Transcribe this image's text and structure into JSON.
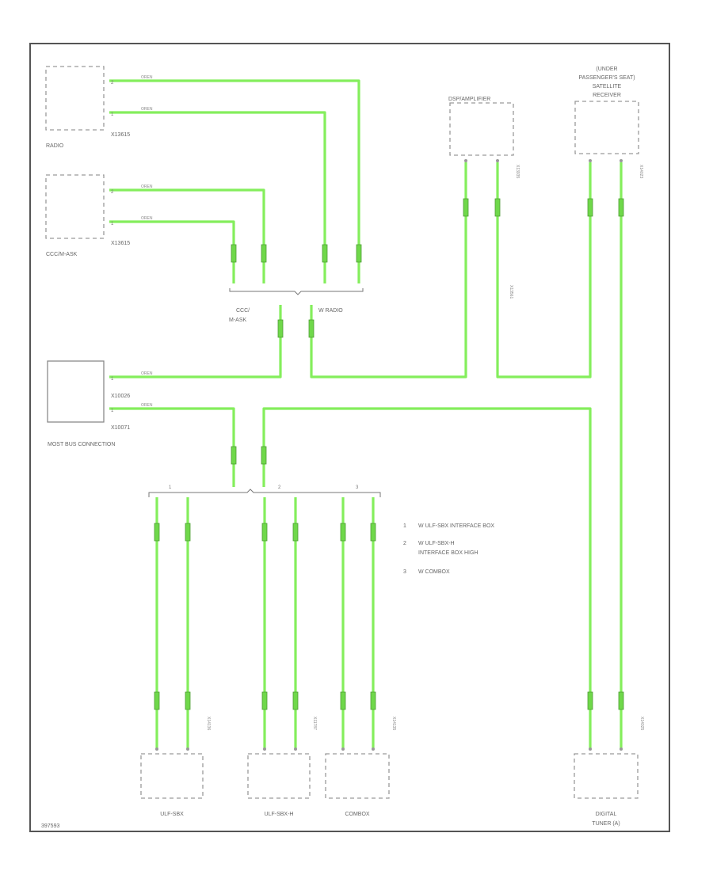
{
  "components": {
    "radio": "RADIO",
    "ccc_mask": "CCC/M-ASK",
    "most_bus": "MOST BUS CONNECTION",
    "dsp_amplifier": "DSP/AMPLIFIER",
    "sdars_line1": "(UNDER",
    "sdars_line2": "PASSENGER'S SEAT)",
    "sdars_line3": "SATELLITE",
    "sdars_line4": "RECEIVER",
    "ulf_sbx": "ULF-SBX",
    "ulf_sbx_h": "ULF-SBX-H",
    "combox": "COMBOX",
    "digital_tuner_line1": "DIGITAL",
    "digital_tuner_line2": "TUNER (A)"
  },
  "connectors": {
    "radio": "X13615",
    "ccc": "X13615",
    "most_a": "X10026",
    "most_b": "X10071",
    "dsp": "X13935",
    "sdars": "X14023",
    "midline": "X13561",
    "ulf": "X14136",
    "ulf_h": "X11787",
    "combox": "X14135",
    "tuner": "X14025"
  },
  "splices": {
    "top_left_line1": "CCC/",
    "top_left_line2": "M-ASK",
    "top_right": "W RADIO"
  },
  "bracket_numbers": [
    "1",
    "2",
    "3"
  ],
  "legend": [
    {
      "num": "1",
      "text": "W ULF-SBX INTERFACE BOX",
      "text2": ""
    },
    {
      "num": "2",
      "text": "W ULF-SBX-H",
      "text2": "INTERFACE BOX HIGH"
    },
    {
      "num": "3",
      "text": "W COMBOX",
      "text2": ""
    }
  ],
  "wire_label": "OREN",
  "pin_labels": {
    "p1": "2",
    "p2": "1"
  },
  "footer_code": "397593",
  "colors": {
    "wire": "#84ee5c",
    "frame": "#555555"
  }
}
